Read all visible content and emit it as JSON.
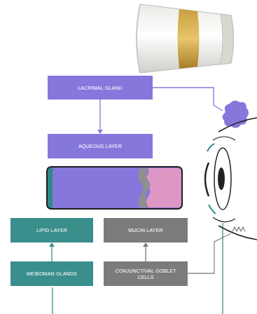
{
  "diagram": {
    "nodes": [
      {
        "text": [
          "LACRIMAL GLAND"
        ]
      },
      {
        "text": [
          "AQUEOUS LAYER"
        ]
      },
      {
        "text": [
          "LIPID LAYER"
        ]
      },
      {
        "text": [
          "MUCIN LAYER"
        ]
      },
      {
        "text": [
          "MEIBOMAN GLANDS"
        ]
      },
      {
        "text": [
          "CONJUNCTIVAL GOBLET CELLS"
        ]
      }
    ],
    "edges": [
      {
        "from": 0,
        "to": 1,
        "arrow": "to"
      },
      {
        "from": 4,
        "to": 2,
        "arrow": "to"
      },
      {
        "from": 5,
        "to": 3,
        "arrow": "to"
      }
    ]
  }
}
